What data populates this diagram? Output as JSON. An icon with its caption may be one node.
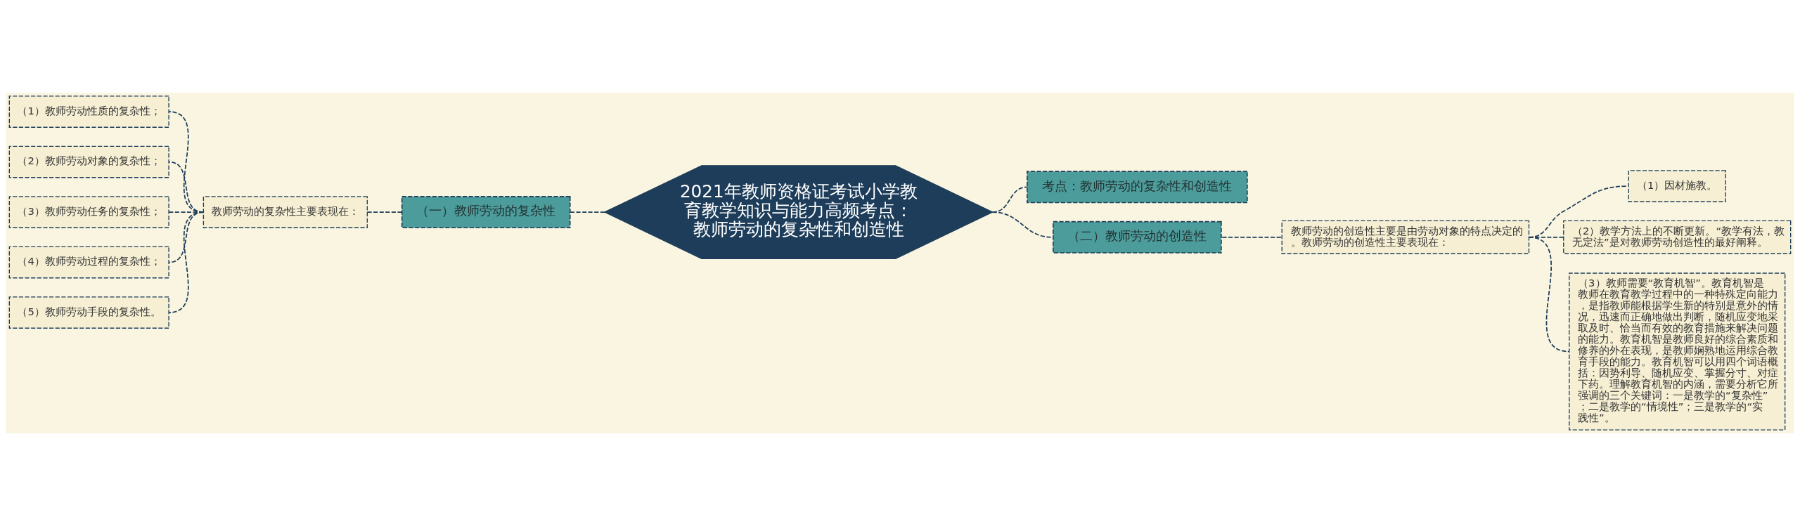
{
  "diagram": {
    "nodes": [
      {
        "text": [
          "2021年教师资格证考试小学教育教学知识与能力高频考点：教师劳动的复杂性和创造性"
        ]
      },
      {
        "text": [
          "考点：教师劳动的复杂性和创造性"
        ]
      },
      {
        "text": [
          "（一）教师劳动的复杂性"
        ]
      },
      {
        "text": [
          "教师劳动的复杂性主要表现在："
        ]
      },
      {
        "text": [
          "（1）教师劳动性质的复杂性；"
        ]
      },
      {
        "text": [
          "（2）教师劳动对象的复杂性；"
        ]
      },
      {
        "text": [
          "（3）教师劳动任务的复杂性；"
        ]
      },
      {
        "text": [
          "（4）教师劳动过程的复杂性；"
        ]
      },
      {
        "text": [
          "（5）教师劳动手段的复杂性。"
        ]
      },
      {
        "text": [
          "（二）教师劳动的创造性"
        ]
      },
      {
        "text": [
          "教师劳动的创造性主要是由劳动对象的特点决定的。教师劳动的创造性主要表现在："
        ]
      },
      {
        "text": [
          "（1）因材施教。"
        ]
      },
      {
        "text": [
          "（2）教学方法上的不断更新。“教学有法，教无定法”是对教师劳动创造性的最好阐释。"
        ]
      },
      {
        "text": [
          "（3）教师需要“教育机智”。教育机智是教师在教育教学过程中的一种特殊定向能力，是指教师能根据学生新的特别是意外的情况，迅速而正确地做出判断，随机应变地采取及时、恰当而有效的教育措施来解决问题的能力。教育机智是教师良好的综合素质和修养的外在表现，是教师娴熟地运用综合教育手段的能力。教育机智可以用四个词语概括：因势利导、随机应变、掌握分寸、对症下药。理解教育机智的内涵，需要分析它所强调的三个关键词：一是教学的“复杂性”；二是教学的“情境性”；三是教学的“实践性”。"
        ]
      }
    ],
    "edges": [
      {
        "from": 0,
        "to": 1,
        "arrow": "none",
        "style": "dashed"
      },
      {
        "from": 0,
        "to": 2,
        "arrow": "none",
        "style": "dashed"
      },
      {
        "from": 2,
        "to": 3,
        "arrow": "none",
        "style": "dashed"
      },
      {
        "from": 3,
        "to": 4,
        "arrow": "none",
        "style": "dashed"
      },
      {
        "from": 3,
        "to": 5,
        "arrow": "none",
        "style": "dashed"
      },
      {
        "from": 3,
        "to": 6,
        "arrow": "none",
        "style": "dashed"
      },
      {
        "from": 3,
        "to": 7,
        "arrow": "none",
        "style": "dashed"
      },
      {
        "from": 3,
        "to": 8,
        "arrow": "none",
        "style": "dashed"
      },
      {
        "from": 0,
        "to": 9,
        "arrow": "none",
        "style": "dashed"
      },
      {
        "from": 9,
        "to": 10,
        "arrow": "none",
        "style": "dashed"
      },
      {
        "from": 10,
        "to": 11,
        "arrow": "none",
        "style": "dashed"
      },
      {
        "from": 10,
        "to": 12,
        "arrow": "none",
        "style": "dashed"
      },
      {
        "from": 10,
        "to": 13,
        "arrow": "none",
        "style": "dashed"
      }
    ]
  }
}
